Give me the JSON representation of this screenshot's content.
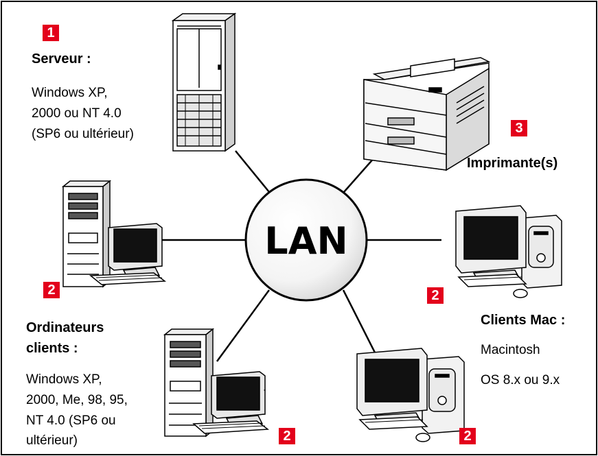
{
  "hub": {
    "label": "LAN"
  },
  "colors": {
    "badge": "#e3001b",
    "line": "#000000",
    "frame": "#000000"
  },
  "server": {
    "badge": "1",
    "title": "Serveur :",
    "lines": [
      "Windows XP,",
      "2000 ou NT 4.0",
      "(SP6 ou ultérieur)"
    ],
    "icon": "server-tower-icon"
  },
  "printer": {
    "badge": "3",
    "title": "Imprimante(s)",
    "icon": "printer-icon"
  },
  "pc_clients": {
    "badge": "2",
    "title_lines": [
      "Ordinateurs",
      "clients :"
    ],
    "lines": [
      "Windows XP,",
      "2000, Me, 98, 95,",
      "NT 4.0 (SP6 ou",
      "ultérieur)"
    ],
    "icon": "pc-computer-icon"
  },
  "mac_clients": {
    "badge": "2",
    "title": "Clients Mac :",
    "lines": [
      "Macintosh",
      "OS 8.x ou 9.x"
    ],
    "icon": "mac-computer-icon"
  },
  "stray_mark": "."
}
